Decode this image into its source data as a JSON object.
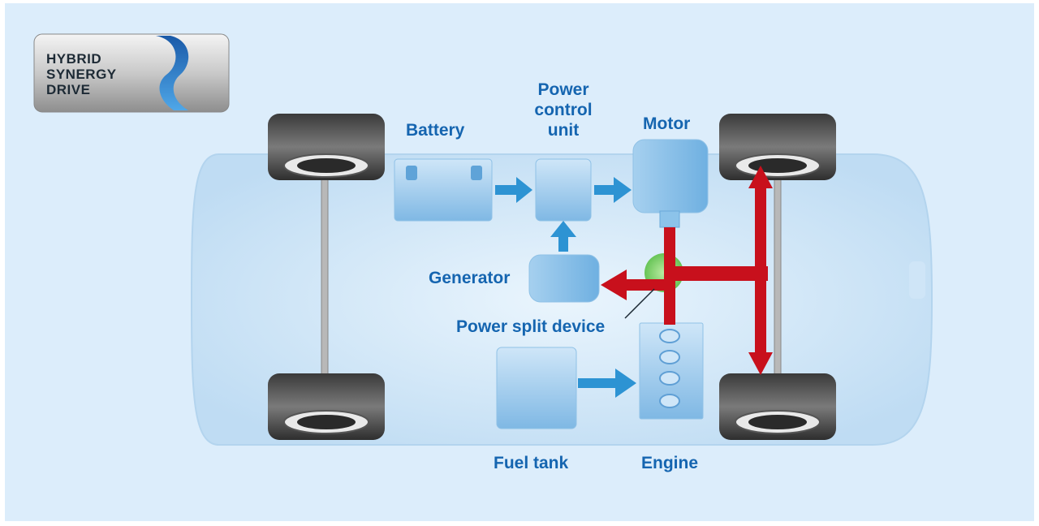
{
  "logo": {
    "line1": "HYBRID",
    "line2": "SYNERGY",
    "line3": "DRIVE"
  },
  "labels": {
    "battery": "Battery",
    "power_control_unit_line1": "Power",
    "power_control_unit_line2": "control",
    "power_control_unit_line3": "unit",
    "motor": "Motor",
    "generator": "Generator",
    "power_split_device": "Power split device",
    "fuel_tank": "Fuel tank",
    "engine": "Engine"
  },
  "colors": {
    "background": "#dcedfb",
    "label_text": "#1565b0",
    "energy_flow": "#c8101c",
    "component_flow": "#2d93d3",
    "split_highlight": "#7ed36b"
  }
}
